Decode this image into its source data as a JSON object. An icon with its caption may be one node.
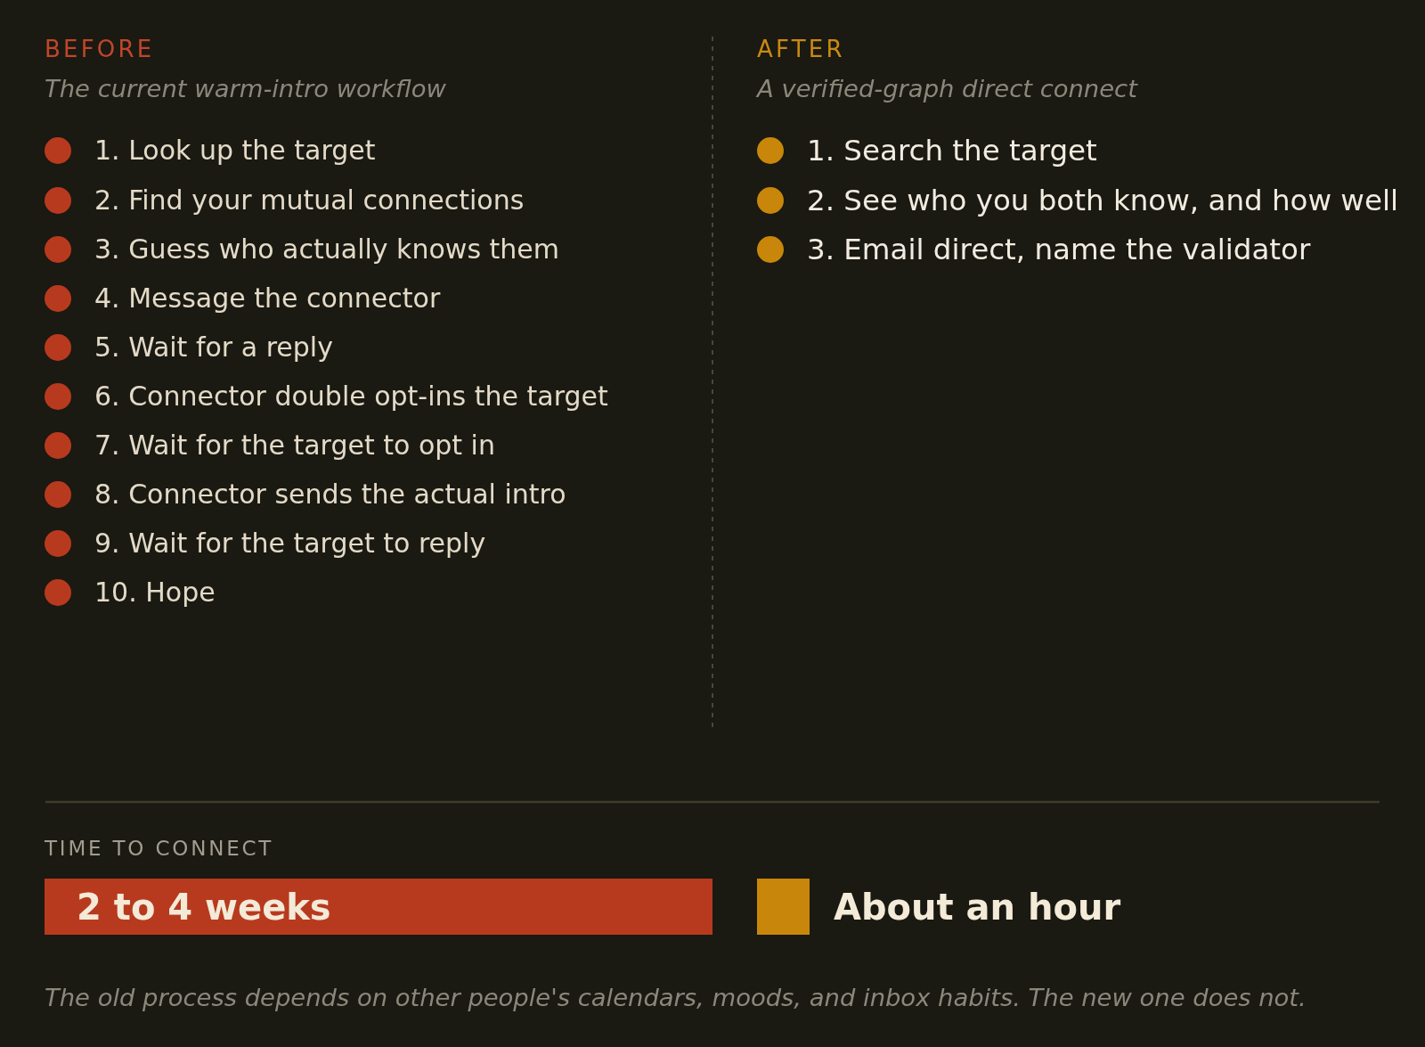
{
  "diagram": {
    "nodes": [
      {
        "text": [
          "2 to 4 weeks"
        ]
      },
      {
        "text": [],
        "shape": "box",
        "beside": [
          "About an hour"
        ]
      }
    ],
    "labels": [
      "BEFORE",
      "The current warm-intro workflow",
      "1. Look up the target",
      "2. Find your mutual connections",
      "3. Guess who actually knows them",
      "4. Message the connector",
      "5. Wait for a reply",
      "6. Connector double opt-ins the target",
      "7. Wait for the target to opt in",
      "8. Connector sends the actual intro",
      "9. Wait for the target to reply",
      "10. Hope",
      "AFTER",
      "A verified-graph direct connect",
      "1. Search the target",
      "2. See who you both know, and how well",
      "3. Email direct, name the validator",
      "TIME TO CONNECT"
    ],
    "caption": "The old process depends on other people's calendars, moods, and inbox habits. The new one does not."
  }
}
